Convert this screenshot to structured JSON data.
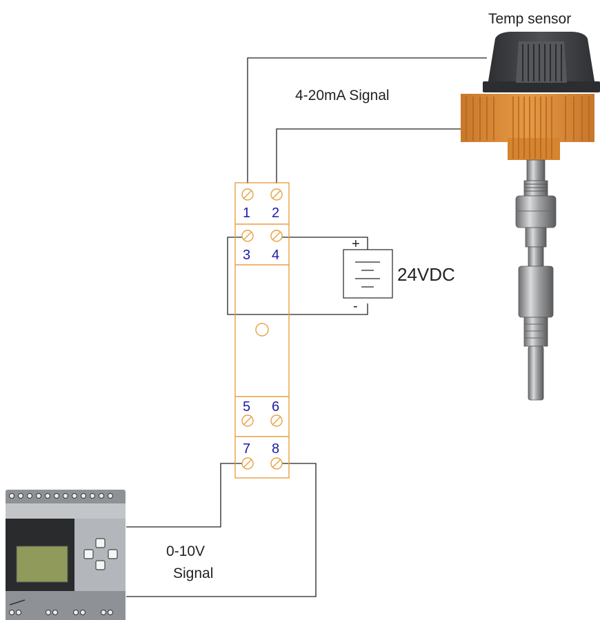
{
  "sensor_label": "Temp sensor",
  "input_signal_label": "4-20mA Signal",
  "power_label": "24VDC",
  "power_plus": "+",
  "power_minus": "-",
  "output_signal_label_line1": "0-10V",
  "output_signal_label_line2": "Signal",
  "terminals": {
    "t1": "1",
    "t2": "2",
    "t3": "3",
    "t4": "4",
    "t5": "5",
    "t6": "6",
    "t7": "7",
    "t8": "8"
  },
  "colors": {
    "orange_outline": "#e8a040",
    "terminal_number": "#1a1aa8",
    "sensor_body": "#d98630",
    "sensor_cap": "#3e3f42",
    "plc_body": "#aeb2b6",
    "plc_screen": "#8f9a5b"
  }
}
